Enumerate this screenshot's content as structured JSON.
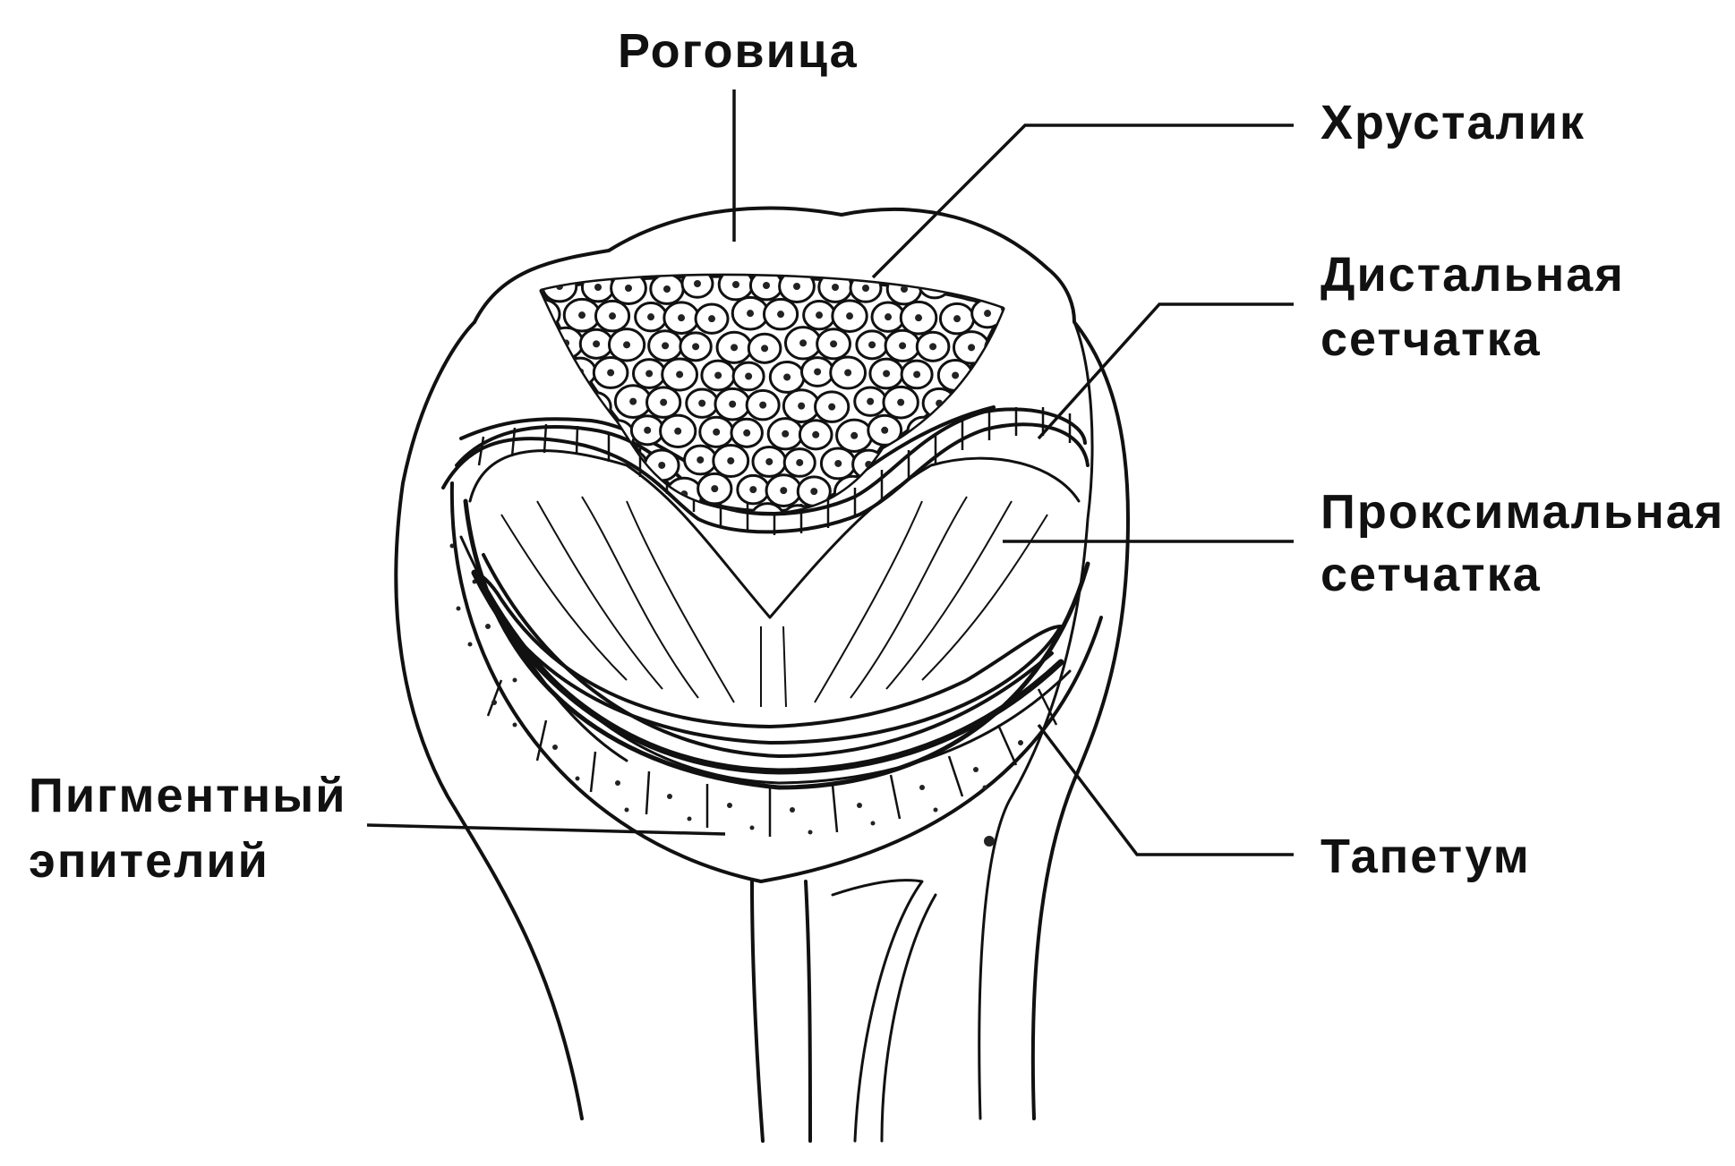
{
  "labels": {
    "cornea": "Роговица",
    "lens": "Хрусталик",
    "distal_retina": [
      "Дистальная",
      "сетчатка"
    ],
    "proximal_retina": [
      "Проксимальная",
      "сетчатка"
    ],
    "tapetum": "Тапетум",
    "pigment_epithelium": [
      "Пигментный",
      "эпителий"
    ]
  }
}
